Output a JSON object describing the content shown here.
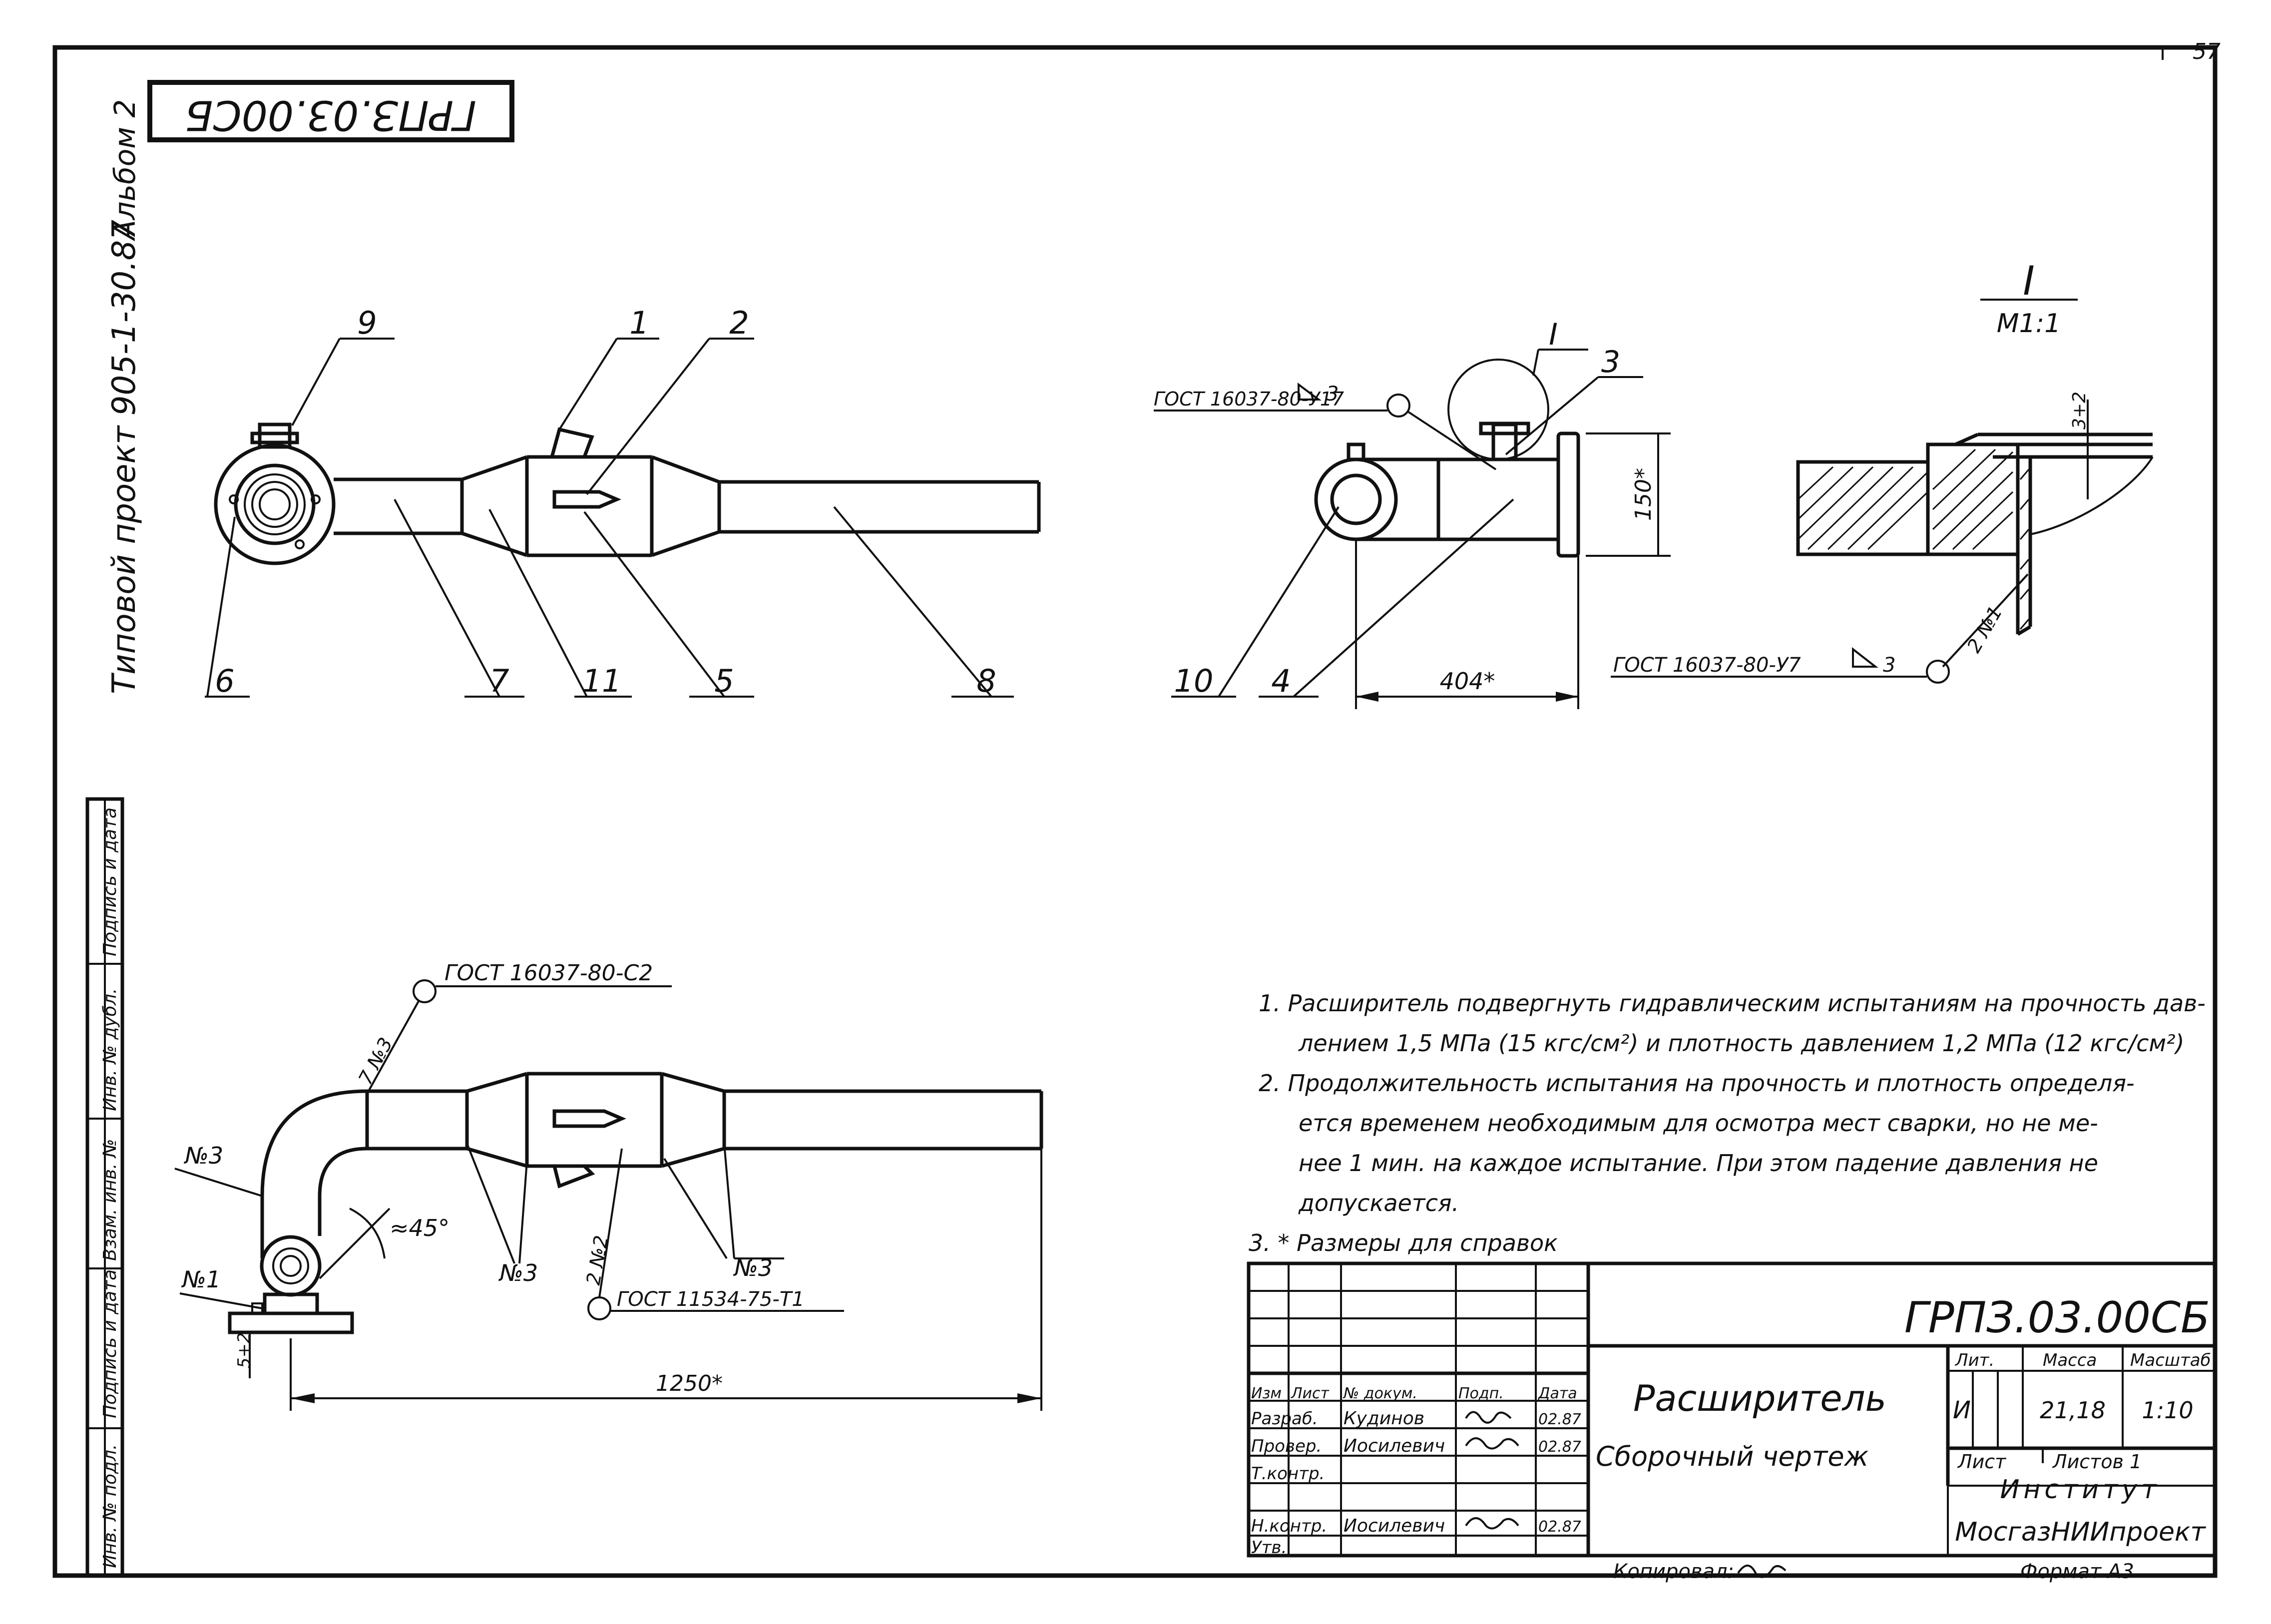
{
  "sheet_number": "57",
  "top_stamp": "ГРПЗ.03.00СБ",
  "side_title": {
    "project": "Типовой проект 905-1-30.87",
    "album": "Альбом 2"
  },
  "side_strip": [
    "Инв. № подл.",
    "Подпись и дата",
    "Взам. инв. №",
    "Инв. № дубл.",
    "Подпись и дата"
  ],
  "view1": {
    "callouts": [
      "9",
      "1",
      "2",
      "6",
      "7",
      "11",
      "5",
      "8"
    ]
  },
  "view2": {
    "weld_label": "ГОСТ 16037-80-У17",
    "weld_leg": "3",
    "detail_marker": "I",
    "callouts": [
      "3",
      "10",
      "4"
    ],
    "dim_height": "150*",
    "dim_length": "404*"
  },
  "detail": {
    "title": "I",
    "scale": "М1:1",
    "gap_dim": "3+2",
    "weld_ref": "2 №1",
    "weld_label": "ГОСТ 16037-80-У7",
    "weld_leg": "3"
  },
  "view3": {
    "weld_top_label": "ГОСТ 16037-80-С2",
    "weld_top_ref": "7 №3",
    "weld_bottom_label": "ГОСТ 11534-75-Т1",
    "weld_bottom_ref": "2 №2",
    "refs": [
      "№3",
      "№1",
      "№3",
      "№3"
    ],
    "angle": "≈45°",
    "gap_dim": "5+2",
    "length_dim": "1250*"
  },
  "notes": [
    "1. Расширитель подвергнуть гидравлическим испытаниям на прочность дав-",
    "лением 1,5 МПа (15 кгс/см²) и плотность давлением 1,2 МПа (12 кгс/см²)",
    "2. Продолжительность испытания на прочность и плотность определя-",
    "ется временем необходимым для осмотра мест сварки, но не ме-",
    "нее 1 мин. на каждое испытание. При этом падение давления не",
    "допускается.",
    "3. * Размеры для справок"
  ],
  "title_block": {
    "doc_code": "ГРПЗ.03.00СБ",
    "name": "Расширитель",
    "subtitle": "Сборочный чертеж",
    "header_cols": [
      "Изм",
      "Лист",
      "№ докум.",
      "Подп.",
      "Дата"
    ],
    "rows": [
      {
        "role": "Разраб.",
        "person": "Кудинов",
        "date": "02.87"
      },
      {
        "role": "Провер.",
        "person": "Иосилевич",
        "date": "02.87"
      },
      {
        "role": "Т.контр.",
        "person": "",
        "date": ""
      },
      {
        "role": "Н.контр.",
        "person": "Иосилевич",
        "date": "02.87"
      },
      {
        "role": "Утв.",
        "person": "",
        "date": ""
      }
    ],
    "lit_label": "Лит.",
    "mass_label": "Масса",
    "scale_label": "Масштаб",
    "lit_value": "И",
    "mass_value": "21,18",
    "scale_value": "1:10",
    "sheet_label": "Лист",
    "sheets_label": "Листов 1",
    "org_line1": "Институт",
    "org_line2": "МосгазНИИпроект",
    "copied": "Копировал:",
    "format": "Формат А3"
  }
}
